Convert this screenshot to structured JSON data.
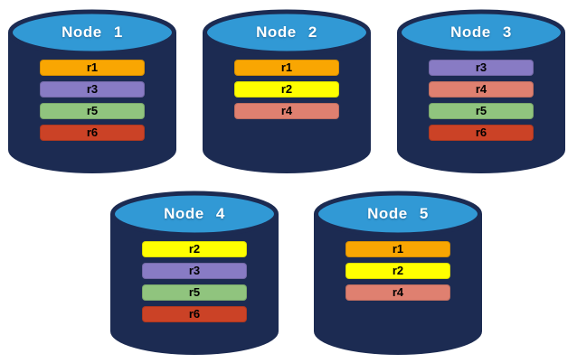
{
  "diagram": {
    "background": "#FFFFFF",
    "cylinder": {
      "body_color": "#1C2B52",
      "top_color": "#3199D5",
      "label_color": "#FFFFFF"
    },
    "record_palette": {
      "r1": "#F9A602",
      "r2": "#FFFF00",
      "r3": "#887BC4",
      "r4": "#DF8070",
      "r5": "#90C47E",
      "r6": "#CB4226"
    },
    "record_text_color": "#000000",
    "nodes": [
      {
        "name": "Node 1",
        "records": [
          "r1",
          "r3",
          "r5",
          "r6"
        ]
      },
      {
        "name": "Node 2",
        "records": [
          "r1",
          "r2",
          "r4"
        ]
      },
      {
        "name": "Node 3",
        "records": [
          "r3",
          "r4",
          "r5",
          "r6"
        ]
      },
      {
        "name": "Node 4",
        "records": [
          "r2",
          "r3",
          "r5",
          "r6"
        ]
      },
      {
        "name": "Node 5",
        "records": [
          "r1",
          "r2",
          "r4"
        ]
      }
    ]
  }
}
